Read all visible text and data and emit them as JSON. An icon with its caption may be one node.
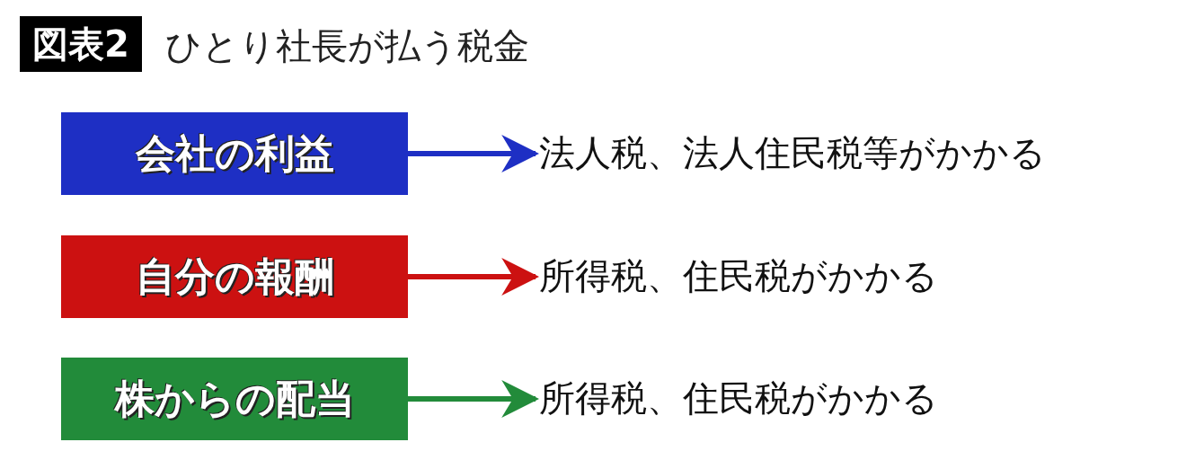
{
  "diagram": {
    "title": "ひとり社長が払う税金",
    "labels": [
      "図表2"
    ],
    "nodes": [
      {
        "text": [
          "会社の利益"
        ]
      },
      {
        "text": [
          "法人税、法人住民税等がかかる"
        ]
      },
      {
        "text": [
          "自分の報酬"
        ]
      },
      {
        "text": [
          "所得税、住民税がかかる"
        ]
      },
      {
        "text": [
          "株からの配当"
        ]
      },
      {
        "text": [
          "所得税、住民税がかかる"
        ]
      }
    ],
    "edges": [
      {
        "from": 0,
        "to": 1,
        "arrow": "to",
        "color": "#1e2fc4"
      },
      {
        "from": 2,
        "to": 3,
        "arrow": "to",
        "color": "#cc1111"
      },
      {
        "from": 4,
        "to": 5,
        "arrow": "to",
        "color": "#228b3a"
      }
    ]
  }
}
